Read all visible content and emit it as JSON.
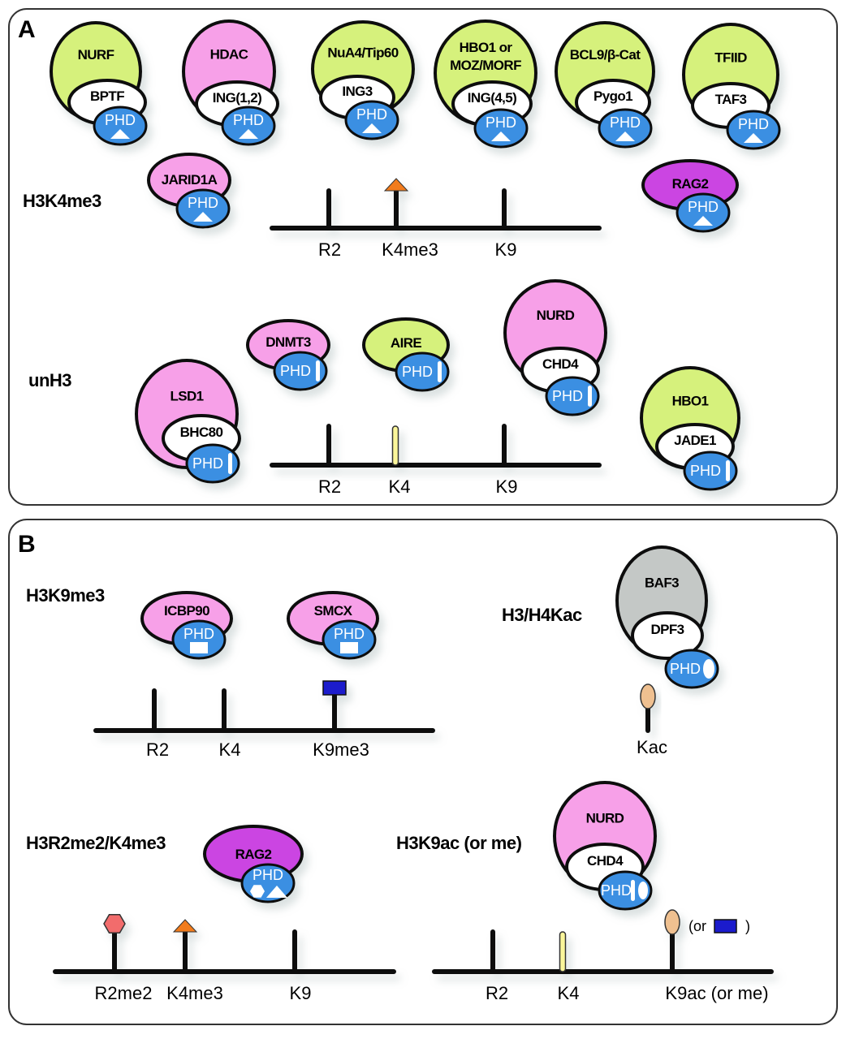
{
  "panels": [
    {
      "letter": "A"
    },
    {
      "letter": "B"
    }
  ],
  "colors": {
    "green": "#d6f17c",
    "pink": "#f7a0e8",
    "purple": "#cb45e2",
    "grey": "#c4c8c6",
    "phd": "#3b8fe2",
    "orange": "#f27b1c",
    "yellow": "#fbf69a",
    "tan": "#efc090",
    "hexagon": "#f26c6c",
    "methyl_square": "#1b1bcc"
  },
  "complexes": [
    {
      "id": "nurf",
      "outer": "NURF",
      "color": "green",
      "inner": "BPTF",
      "phd": "PHD",
      "symbol": "triangle"
    },
    {
      "id": "hdac",
      "outer": "HDAC",
      "color": "pink",
      "inner": "ING(1,2)",
      "phd": "PHD",
      "symbol": "triangle"
    },
    {
      "id": "nua4",
      "outer": "NuA4/Tip60",
      "color": "green",
      "inner": "ING3",
      "phd": "PHD",
      "symbol": "triangle"
    },
    {
      "id": "hbo1moz",
      "outer": "HBO1 or",
      "outer2": "MOZ/MORF",
      "color": "green",
      "inner": "ING(4,5)",
      "phd": "PHD",
      "symbol": "triangle"
    },
    {
      "id": "bcl9",
      "outer": "BCL9/β-Cat",
      "color": "green",
      "inner": "Pygo1",
      "phd": "PHD",
      "symbol": "triangle"
    },
    {
      "id": "tfiid",
      "outer": "TFIID",
      "color": "green",
      "inner": "TAF3",
      "phd": "PHD",
      "symbol": "triangle"
    },
    {
      "id": "jarid1a",
      "outer": "JARID1A",
      "color": "pink",
      "phd": "PHD",
      "symbol": "triangle"
    },
    {
      "id": "rag2a",
      "outer": "RAG2",
      "color": "purple",
      "phd": "PHD",
      "symbol": "triangle"
    },
    {
      "id": "lsd1",
      "outer": "LSD1",
      "color": "pink",
      "inner": "BHC80",
      "phd": "PHD",
      "symbol": "bar"
    },
    {
      "id": "dnmt3",
      "outer": "DNMT3",
      "color": "pink",
      "phd": "PHD",
      "symbol": "bar"
    },
    {
      "id": "aire",
      "outer": "AIRE",
      "color": "green",
      "phd": "PHD",
      "symbol": "bar"
    },
    {
      "id": "nurda",
      "outer": "NURD",
      "color": "pink",
      "inner": "CHD4",
      "phd": "PHD",
      "symbol": "bar"
    },
    {
      "id": "hbo1",
      "outer": "HBO1",
      "color": "green",
      "inner": "JADE1",
      "phd": "PHD",
      "symbol": "bar"
    },
    {
      "id": "icbp90",
      "outer": "ICBP90",
      "color": "pink",
      "phd": "PHD",
      "symbol": "square"
    },
    {
      "id": "smcx",
      "outer": "SMCX",
      "color": "pink",
      "phd": "PHD",
      "symbol": "square"
    },
    {
      "id": "baf3",
      "outer": "BAF3",
      "color": "grey",
      "inner": "DPF3",
      "phd": "PHD",
      "symbol": "oval"
    },
    {
      "id": "rag2b",
      "outer": "RAG2",
      "color": "purple",
      "phd": "PHD",
      "symbol": "hexagon-triangle"
    },
    {
      "id": "nurdb",
      "outer": "NURD",
      "color": "pink",
      "inner": "CHD4",
      "phd": "PHD",
      "symbol": "bar-oval"
    }
  ],
  "histones": [
    {
      "id": "h3k4me3",
      "label": "H3K4me3",
      "sites": [
        {
          "label": "R2",
          "mark": "none"
        },
        {
          "label": "K4me3",
          "mark": "triangle"
        },
        {
          "label": "K9",
          "mark": "none"
        }
      ]
    },
    {
      "id": "unh3",
      "label": "unH3",
      "sites": [
        {
          "label": "R2",
          "mark": "none"
        },
        {
          "label": "K4",
          "mark": "yellow"
        },
        {
          "label": "K9",
          "mark": "none"
        }
      ]
    },
    {
      "id": "h3k9me3",
      "label": "H3K9me3",
      "sites": [
        {
          "label": "R2",
          "mark": "none"
        },
        {
          "label": "K4",
          "mark": "none"
        },
        {
          "label": "K9me3",
          "mark": "square"
        }
      ]
    },
    {
      "id": "kac",
      "label": "H3/H4Kac",
      "sites": [
        {
          "label": "Kac",
          "mark": "oval"
        }
      ]
    },
    {
      "id": "r2k4",
      "label": "H3R2me2/K4me3",
      "sites": [
        {
          "label": "R2me2",
          "mark": "hexagon"
        },
        {
          "label": "K4me3",
          "mark": "triangle"
        },
        {
          "label": "K9",
          "mark": "none"
        }
      ]
    },
    {
      "id": "k9ac",
      "label": "H3K9ac (or me)",
      "sites": [
        {
          "label": "R2",
          "mark": "none"
        },
        {
          "label": "K4",
          "mark": "yellow"
        },
        {
          "label": "K9ac (or me)",
          "mark": "oval"
        }
      ],
      "note_open": "(or",
      "note_close": ")"
    }
  ]
}
